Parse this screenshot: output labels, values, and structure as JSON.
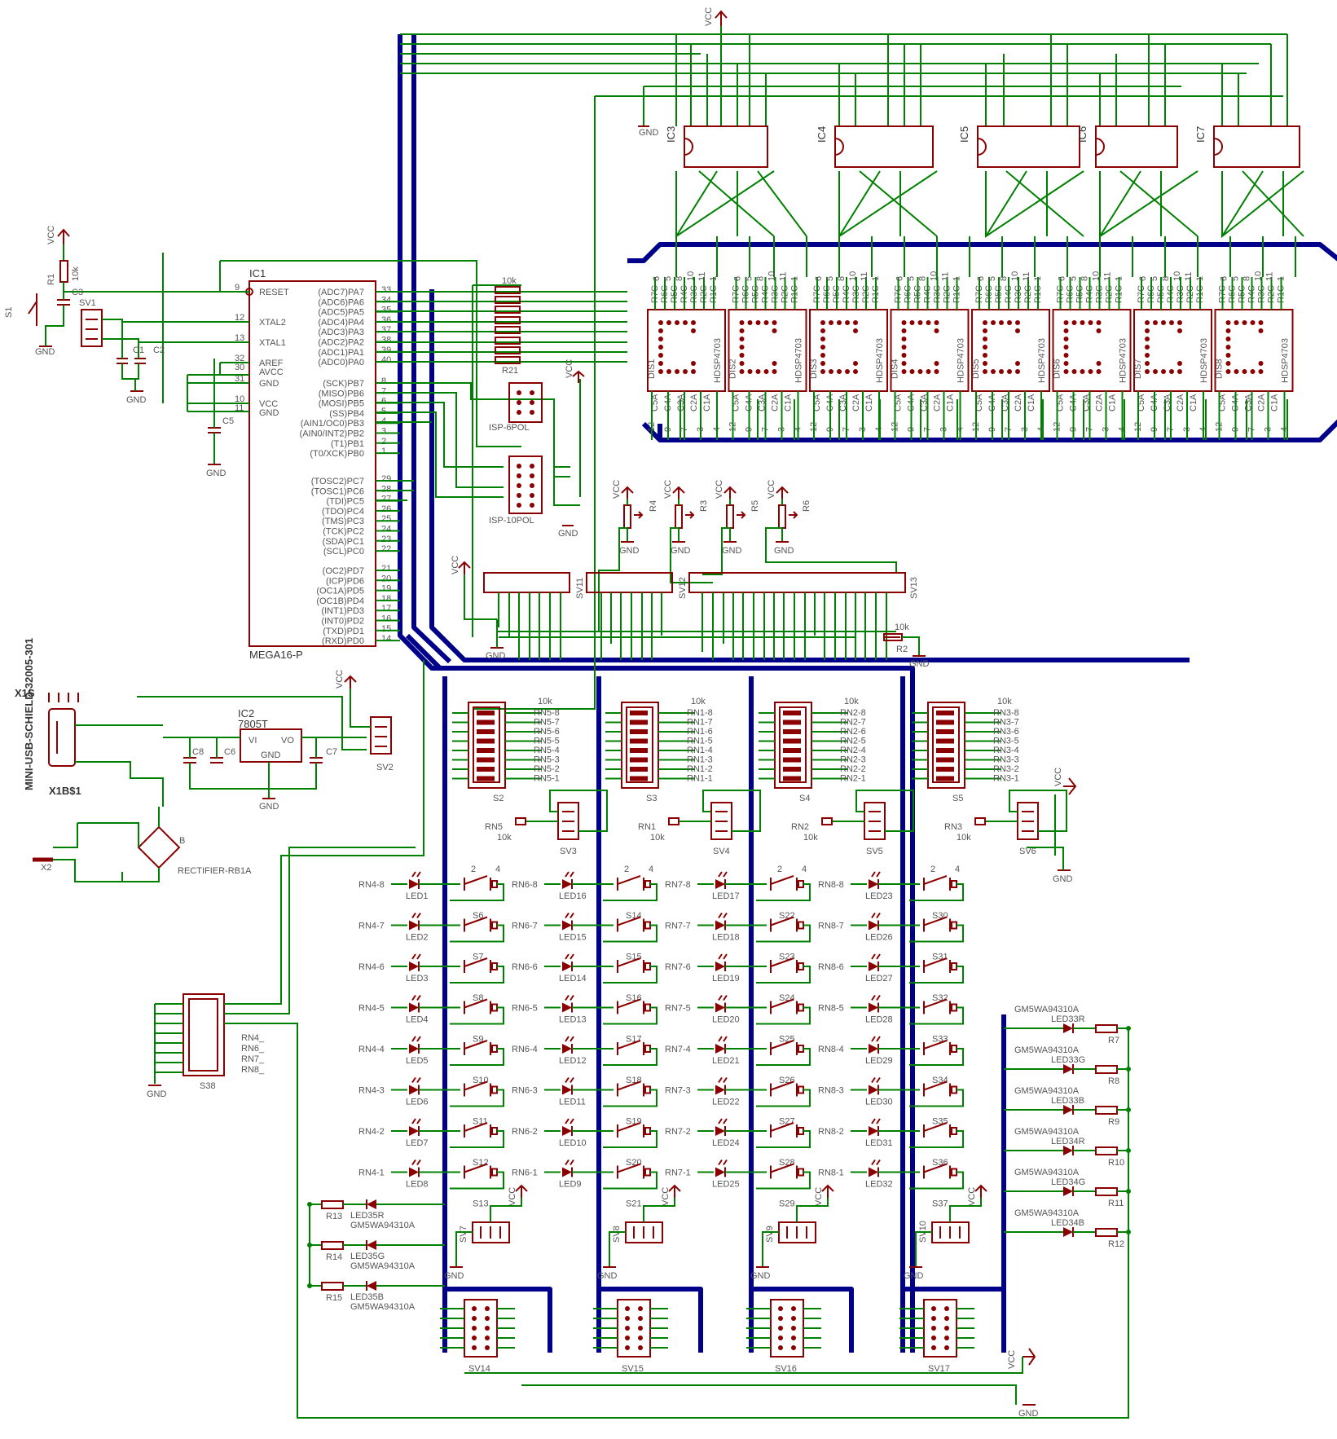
{
  "labels": {
    "vcc": "VCC",
    "gnd": "GND",
    "ic1": "IC1",
    "mega": "MEGA16-P",
    "ic2": "IC2",
    "reg": "7805T",
    "vi": "VI",
    "vo": "VO",
    "s1": "S1",
    "r1": "R1",
    "r1v": "10k",
    "c1": "C1",
    "c2": "C2",
    "c3": "C3",
    "c5": "C5",
    "c6": "C6",
    "c7": "C7",
    "c8": "C8",
    "sv1": "SV1",
    "sv2": "SV2",
    "r2": "R2",
    "r21": "R21",
    "v10k": "10k",
    "isp6": "ISP-6POL",
    "isp10": "ISP-10POL",
    "x1s": "X1S",
    "usb": "MINI-USB-SCHIELD-32005-301",
    "x1b": "X1B$1",
    "x2": "X2",
    "rect": "RECTIFIER-RB1A",
    "s38": "S38",
    "gm": "GM5WA94310A"
  },
  "ic1_left": [
    "RESET",
    "XTAL2",
    "XTAL1",
    "AREF",
    "AVCC",
    "GND",
    "VCC",
    "GND"
  ],
  "ic1_left_pins": [
    "9",
    "12",
    "13",
    "32",
    "30",
    "31",
    "10",
    "11"
  ],
  "ic1_right_a": [
    "(ADC7)PA7",
    "(ADC6)PA6",
    "(ADC5)PA5",
    "(ADC4)PA4",
    "(ADC3)PA3",
    "(ADC2)PA2",
    "(ADC1)PA1",
    "(ADC0)PA0"
  ],
  "ic1_right_a_pins": [
    "33",
    "34",
    "35",
    "36",
    "37",
    "38",
    "39",
    "40"
  ],
  "ic1_right_b": [
    "(SCK)PB7",
    "(MISO)PB6",
    "(MOSI)PB5",
    "(SS)PB4",
    "(AIN1/OC0)PB3",
    "(AIN0/INT2)PB2",
    "(T1)PB1",
    "(T0/XCK)PB0"
  ],
  "ic1_right_b_pins": [
    "8",
    "7",
    "6",
    "5",
    "4",
    "3",
    "2",
    "1"
  ],
  "ic1_right_c": [
    "(TOSC2)PC7",
    "(TOSC1)PC6",
    "(TDI)PC5",
    "(TDO)PC4",
    "(TMS)PC3",
    "(TCK)PC2",
    "(SDA)PC1",
    "(SCL)PC0"
  ],
  "ic1_right_c_pins": [
    "29",
    "28",
    "27",
    "26",
    "25",
    "24",
    "23",
    "22"
  ],
  "ic1_right_d": [
    "(OC2)PD7",
    "(ICP)PD6",
    "(OC1A)PD5",
    "(OC1B)PD4",
    "(INT1)PD3",
    "(INT0)PD2",
    "(TXD)PD1",
    "(RXD)PD0"
  ],
  "ic1_right_d_pins": [
    "21",
    "20",
    "19",
    "18",
    "17",
    "16",
    "15",
    "14"
  ],
  "shift_ics": [
    "IC3",
    "IC4",
    "IC5",
    "IC6",
    "IC7"
  ],
  "displays": [
    "DIS1",
    "DIS2",
    "DIS3",
    "DIS4",
    "DIS5",
    "DIS6",
    "DIS7",
    "DIS8"
  ],
  "display_part": "HDSP4703",
  "disp_top_pins": [
    "6",
    "5",
    "8",
    "10",
    "11",
    "1"
  ],
  "disp_top_names": [
    "R7C",
    "R6C",
    "R5C",
    "R4C",
    "R3C",
    "R2C",
    "R1C"
  ],
  "disp_bot_names": [
    "C5A",
    "C4A",
    "C3A",
    "C2A",
    "C1A"
  ],
  "disp_bot_pins": [
    "12",
    "9",
    "7",
    "3",
    "4"
  ],
  "pots": [
    "R3",
    "R4",
    "R5",
    "R6"
  ],
  "headers_top": [
    "SV11",
    "SV12",
    "SV13"
  ],
  "dips": [
    "S2",
    "S3",
    "S4",
    "S5"
  ],
  "dip_rn": [
    [
      "RN5-8",
      "RN5-7",
      "RN5-6",
      "RN5-5",
      "RN5-4",
      "RN5-3",
      "RN5-2",
      "RN5-1"
    ],
    [
      "RN1-8",
      "RN1-7",
      "RN1-6",
      "RN1-5",
      "RN1-4",
      "RN1-3",
      "RN1-2",
      "RN1-1"
    ],
    [
      "RN2-8",
      "RN2-7",
      "RN2-6",
      "RN2-5",
      "RN2-4",
      "RN2-3",
      "RN2-2",
      "RN2-1"
    ],
    [
      "RN3-8",
      "RN3-7",
      "RN3-6",
      "RN3-5",
      "RN3-4",
      "RN3-3",
      "RN3-2",
      "RN3-1"
    ]
  ],
  "mid_headers": [
    "SV3",
    "SV4",
    "SV5",
    "SV6"
  ],
  "mid_rn": [
    "RN5",
    "RN1",
    "RN2",
    "RN3"
  ],
  "led_cols": [
    {
      "rn": [
        "RN4-8",
        "RN4-7",
        "RN4-6",
        "RN4-5",
        "RN4-4",
        "RN4-3",
        "RN4-2",
        "RN4-1"
      ],
      "led": [
        "LED1",
        "LED2",
        "LED3",
        "LED4",
        "LED5",
        "LED6",
        "LED7",
        "LED8"
      ],
      "sw": [
        "S6",
        "S7",
        "S8",
        "S9",
        "S10",
        "S11",
        "S12",
        "S13"
      ],
      "sv": "SV7"
    },
    {
      "rn": [
        "RN6-8",
        "RN6-7",
        "RN6-6",
        "RN6-5",
        "RN6-4",
        "RN6-3",
        "RN6-2",
        "RN6-1"
      ],
      "led": [
        "LED16",
        "LED15",
        "LED14",
        "LED13",
        "LED12",
        "LED11",
        "LED10",
        "LED9"
      ],
      "sw": [
        "S14",
        "S15",
        "S16",
        "S17",
        "S18",
        "S19",
        "S20",
        "S21"
      ],
      "sv": "SV8"
    },
    {
      "rn": [
        "RN7-8",
        "RN7-7",
        "RN7-6",
        "RN7-5",
        "RN7-4",
        "RN7-3",
        "RN7-2",
        "RN7-1"
      ],
      "led": [
        "LED17",
        "LED18",
        "LED19",
        "LED20",
        "LED21",
        "LED22",
        "LED24",
        "LED25"
      ],
      "sw": [
        "S22",
        "S23",
        "S24",
        "S25",
        "S26",
        "S27",
        "S28",
        "S29"
      ],
      "sv": "SV9"
    },
    {
      "rn": [
        "RN8-8",
        "RN8-7",
        "RN8-6",
        "RN8-5",
        "RN8-4",
        "RN8-3",
        "RN8-2",
        "RN8-1"
      ],
      "led": [
        "LED23",
        "LED26",
        "LED27",
        "LED28",
        "LED29",
        "LED30",
        "LED31",
        "LED32"
      ],
      "sw": [
        "S30",
        "S31",
        "S32",
        "S33",
        "S34",
        "S35",
        "S36",
        "S37"
      ],
      "sv": "SV10"
    }
  ],
  "bottom_headers": [
    "SV14",
    "SV15",
    "SV16",
    "SV17"
  ],
  "s38_rn": [
    "RN4_",
    "RN6_",
    "RN7_",
    "RN8_"
  ],
  "rgb_right": [
    {
      "led": "LED33R",
      "r": "R7"
    },
    {
      "led": "LED33G",
      "r": "R8"
    },
    {
      "led": "LED33B",
      "r": "R9"
    },
    {
      "led": "LED34R",
      "r": "R10"
    },
    {
      "led": "LED34G",
      "r": "R11"
    },
    {
      "led": "LED34B",
      "r": "R12"
    }
  ],
  "rgb_left": [
    {
      "led": "LED35R",
      "r": "R13"
    },
    {
      "led": "LED35G",
      "r": "R14"
    },
    {
      "led": "LED35B",
      "r": "R15"
    }
  ]
}
